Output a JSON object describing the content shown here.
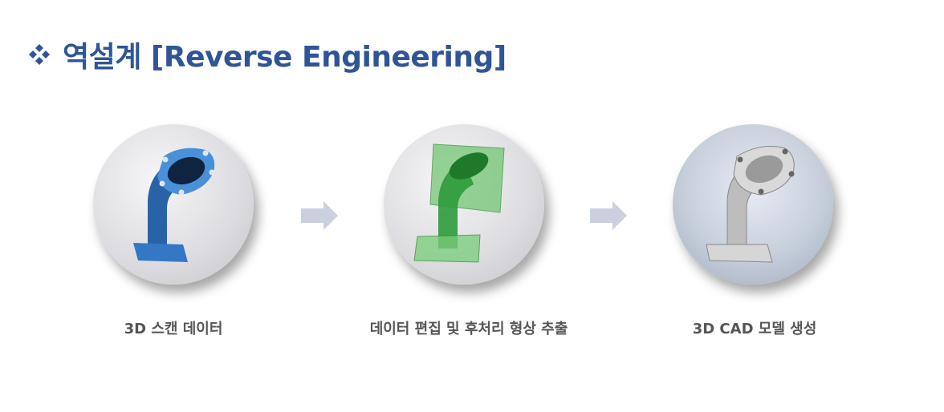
{
  "title": "역설계 [Reverse Engineering]",
  "steps": [
    {
      "label": "3D 스캔 데이터",
      "icon": "blue-scan-pipe-image"
    },
    {
      "label": "데이터 편집 및 후처리 형상 추출",
      "icon": "green-edited-pipe-image"
    },
    {
      "label": "3D CAD 모델 생성",
      "icon": "gray-cad-pipe-image"
    }
  ],
  "colors": {
    "title": "#2f5597",
    "arrow": "#c9d1de",
    "label": "#555555"
  }
}
